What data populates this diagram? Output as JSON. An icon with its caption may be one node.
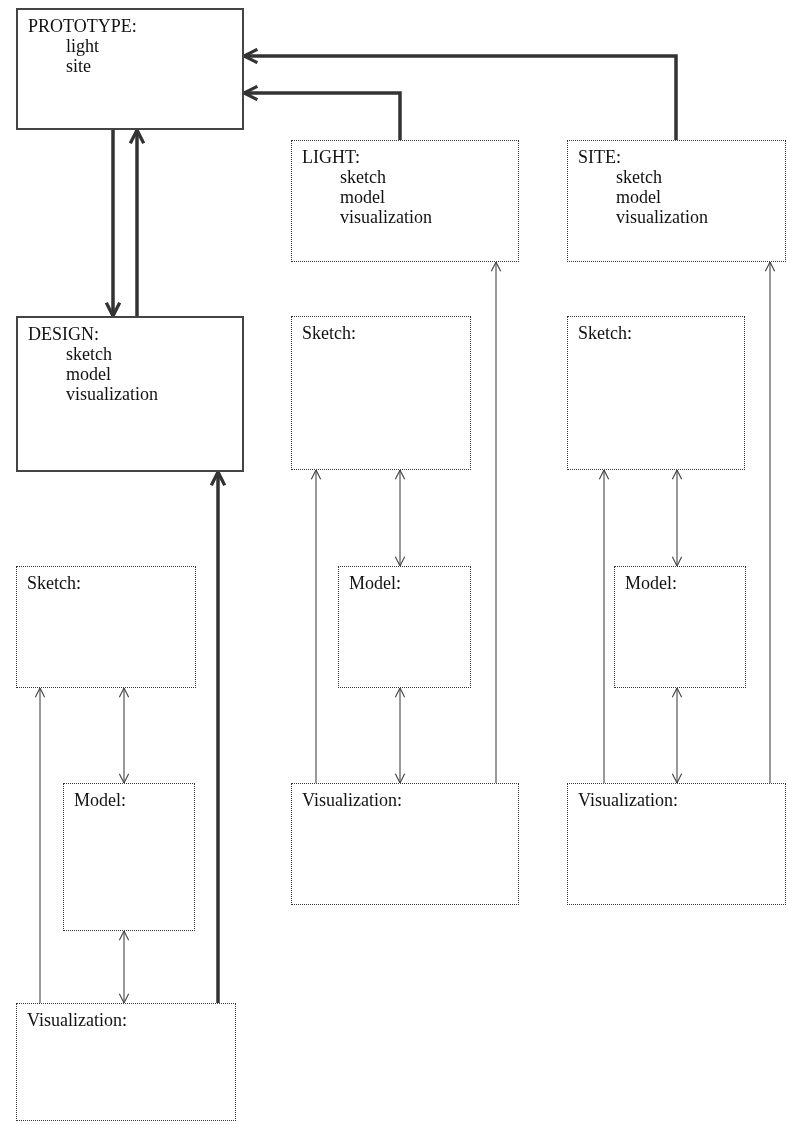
{
  "diagram": {
    "nodes": [
      {
        "text": [
          "PROTOTYPE:",
          "light",
          "site"
        ]
      },
      {
        "text": [
          "LIGHT:",
          "sketch",
          "model",
          "visualization"
        ]
      },
      {
        "text": [
          "SITE:",
          "sketch",
          "model",
          "visualization"
        ]
      },
      {
        "text": [
          "DESIGN:",
          "sketch",
          "model",
          "visualization"
        ]
      },
      {
        "text": [
          "Sketch:"
        ]
      },
      {
        "text": [
          "Sketch:"
        ]
      },
      {
        "text": [
          "Sketch:"
        ]
      },
      {
        "text": [
          "Model:"
        ]
      },
      {
        "text": [
          "Model:"
        ]
      },
      {
        "text": [
          "Model:"
        ]
      },
      {
        "text": [
          "Visualization:"
        ]
      },
      {
        "text": [
          "Visualization:"
        ]
      },
      {
        "text": [
          "Visualization:"
        ]
      }
    ],
    "edges": [
      {
        "from": 1,
        "to": 0,
        "arrow": "to",
        "style": "thick"
      },
      {
        "from": 2,
        "to": 0,
        "arrow": "to",
        "style": "thick"
      },
      {
        "from": 0,
        "to": 3,
        "arrow": "to",
        "style": "thick"
      },
      {
        "from": 3,
        "to": 0,
        "arrow": "to",
        "style": "thick"
      },
      {
        "from": 12,
        "to": 3,
        "arrow": "to",
        "style": "thick"
      },
      {
        "from": 12,
        "to": 6,
        "arrow": "to"
      },
      {
        "from": 6,
        "to": 9,
        "arrow": "both"
      },
      {
        "from": 9,
        "to": 12,
        "arrow": "both"
      },
      {
        "from": 10,
        "to": 4,
        "arrow": "to"
      },
      {
        "from": 4,
        "to": 7,
        "arrow": "both"
      },
      {
        "from": 7,
        "to": 10,
        "arrow": "both"
      },
      {
        "from": 10,
        "to": 1,
        "arrow": "to"
      },
      {
        "from": 11,
        "to": 5,
        "arrow": "to"
      },
      {
        "from": 5,
        "to": 8,
        "arrow": "both"
      },
      {
        "from": 8,
        "to": 11,
        "arrow": "both"
      },
      {
        "from": 11,
        "to": 2,
        "arrow": "to"
      }
    ]
  }
}
